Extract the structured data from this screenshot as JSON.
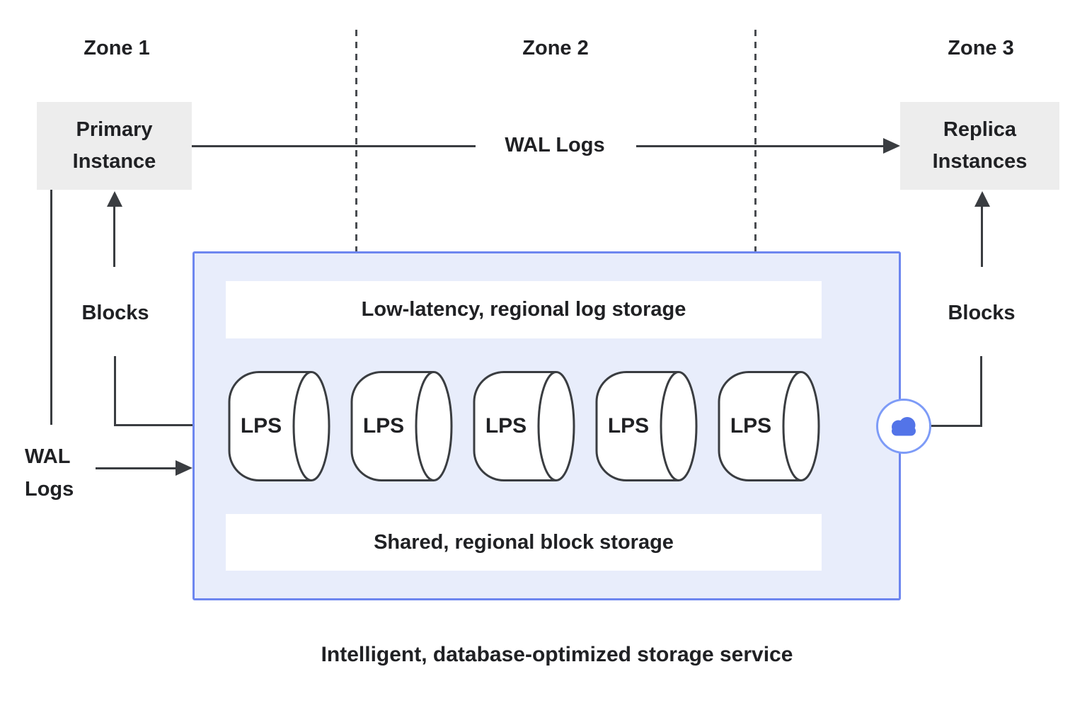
{
  "diagram": {
    "title_caption": "Intelligent, database-optimized storage service",
    "zones": [
      {
        "label": "Zone 1"
      },
      {
        "label": "Zone 2"
      },
      {
        "label": "Zone 3"
      }
    ],
    "nodes": {
      "primary_instance": "Primary Instance",
      "replica_instances": "Replica Instances"
    },
    "flows": {
      "wal_top": "WAL Logs",
      "wal_left": "WAL Logs",
      "blocks_left": "Blocks",
      "blocks_right": "Blocks"
    },
    "storage_service": {
      "log_storage_label": "Low-latency, regional log storage",
      "block_storage_label": "Shared, regional block storage",
      "lps": [
        {
          "label": "LPS"
        },
        {
          "label": "LPS"
        },
        {
          "label": "LPS"
        },
        {
          "label": "LPS"
        },
        {
          "label": "LPS"
        }
      ],
      "cloud_icon": "cloud-icon"
    },
    "colors": {
      "text": "#202124",
      "line": "#3a3d41",
      "instance_fill": "#ededed",
      "storage_fill": "#e8edfb",
      "storage_border": "#6d86ef",
      "cloud_circle_border": "#7d9bf7",
      "cloud_glyph": "#5374e8"
    }
  }
}
